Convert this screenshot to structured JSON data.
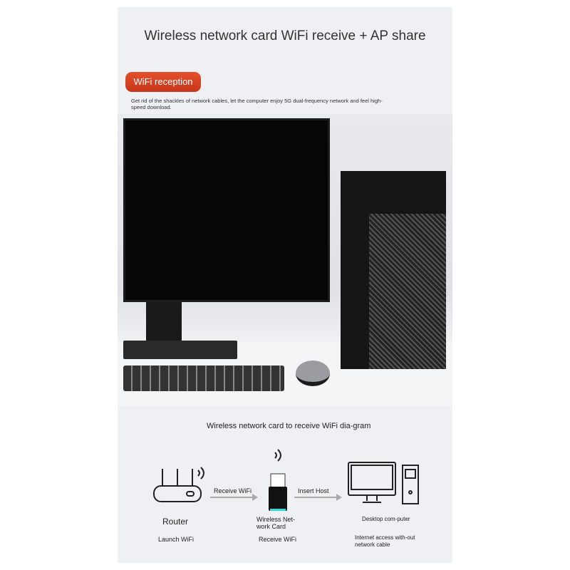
{
  "header": {
    "title": "Wireless network card WiFi receive + AP share"
  },
  "feature": {
    "badge": "WiFi reception",
    "description": "Get rid of the shackles of network cables, let the computer enjoy 5G dual-frequency network and feel high-speed download."
  },
  "diagram": {
    "title": "Wireless network card to receive WiFi dia-gram",
    "router": {
      "name": "Router",
      "caption": "Launch WiFi"
    },
    "arrow1": "Receive WiFi",
    "card": {
      "name": "Wireless Net-work Card",
      "caption": "Receive WiFi"
    },
    "arrow2": "Insert Host",
    "computer": {
      "name": "Desktop com-puter",
      "caption": "Internet access with-out network cable"
    }
  },
  "colors": {
    "badge": "#d9432a",
    "panel": "#eff0f3"
  }
}
